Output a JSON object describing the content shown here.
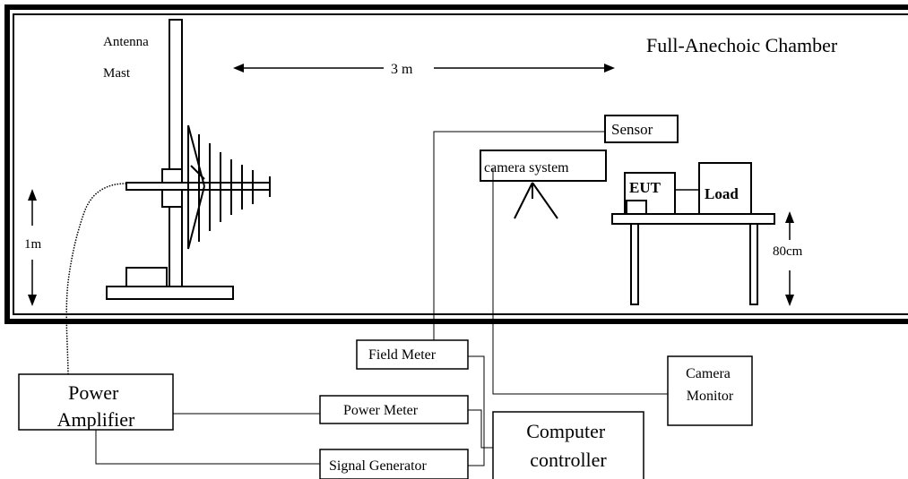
{
  "chamber": {
    "title": "Full-Anechoic Chamber"
  },
  "antenna": {
    "label_line1": "Antenna",
    "label_line2": "Mast"
  },
  "distance": {
    "label": "3 m"
  },
  "heights": {
    "antenna_height": "1m",
    "table_height": "80cm"
  },
  "devices": {
    "sensor": "Sensor",
    "camera_system": "camera system",
    "eut": "EUT",
    "load": "Load",
    "field_meter": "Field Meter",
    "power_meter": "Power Meter",
    "signal_generator": "Signal Generator",
    "power_amplifier_line1": "Power",
    "power_amplifier_line2": "Amplifier",
    "camera_monitor_line1": "Camera",
    "camera_monitor_line2": "Monitor",
    "computer_line1": "Computer",
    "computer_line2": "controller"
  }
}
